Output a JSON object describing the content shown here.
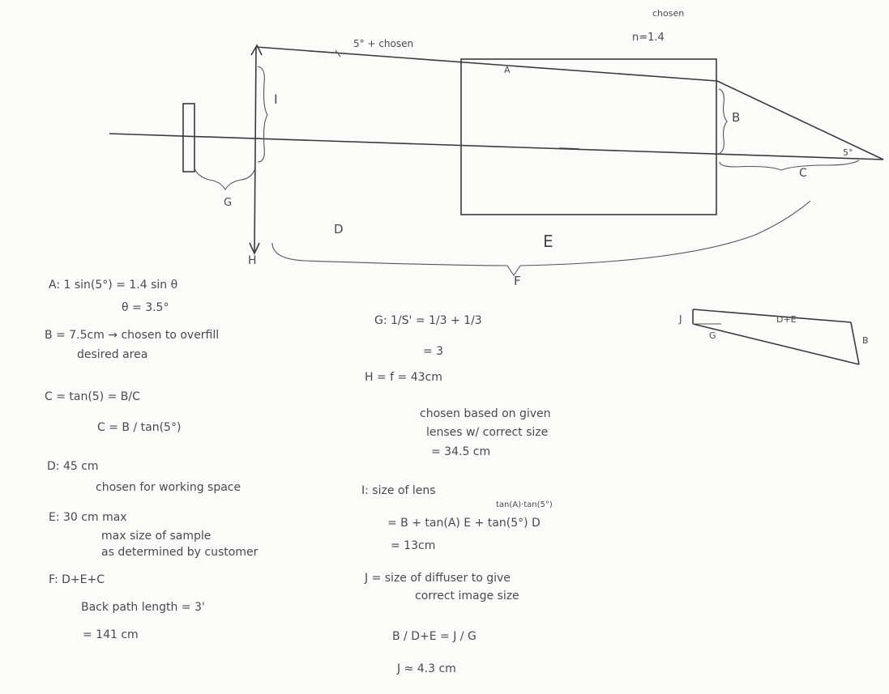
{
  "diagram": {
    "angle_note": "5° + chosen",
    "n_chosen": "chosen",
    "n_label": "n=1.4",
    "label_a": "A",
    "label_b": "B",
    "label_c": "C",
    "label_d": "D",
    "label_e": "E",
    "label_f": "F",
    "label_g": "G",
    "label_h": "H",
    "label_i": "I",
    "angle_label": "5°"
  },
  "small_diagram": {
    "label_j": "J",
    "label_g": "G",
    "label_de": "D+E",
    "label_b": "B"
  },
  "notes_left": {
    "a_line1": "A:   1 sin(5°) = 1.4 sin θ",
    "a_line2": "θ = 3.5°",
    "b_line1": "B = 7.5cm → chosen to overfill",
    "b_line2": "desired area",
    "c_line1": "C = tan(5) = B/C",
    "c_line2": "C = B / tan(5°)",
    "d_line1": "D:  45 cm",
    "d_line2": "chosen for working space",
    "e_line1": "E: 30 cm  max",
    "e_line2": "max size of sample",
    "e_line3": "as determined by customer",
    "f_line1": "F:  D+E+C",
    "f_line2": "Back path length = 3'",
    "f_line3": "= 141 cm"
  },
  "notes_right": {
    "g_line1": "G:  1/S' = 1/3 + 1/3",
    "g_line2": "= 3",
    "h_line1": "H = f  = 43cm",
    "h_line2": "chosen based on given",
    "h_line3": "lenses w/ correct size",
    "h_line4": "= 34.5 cm",
    "i_line1": "I: size of lens",
    "i_line2": "tan(A)·tan(5°)",
    "i_line3": "= B + tan(A) E + tan(5°) D",
    "i_line4": "= 13cm",
    "j_line1": "J = size of diffuser to give",
    "j_line2": "correct image size",
    "j_line3": "B / D+E = J / G",
    "j_line4": "J ≈ 4.3 cm"
  }
}
